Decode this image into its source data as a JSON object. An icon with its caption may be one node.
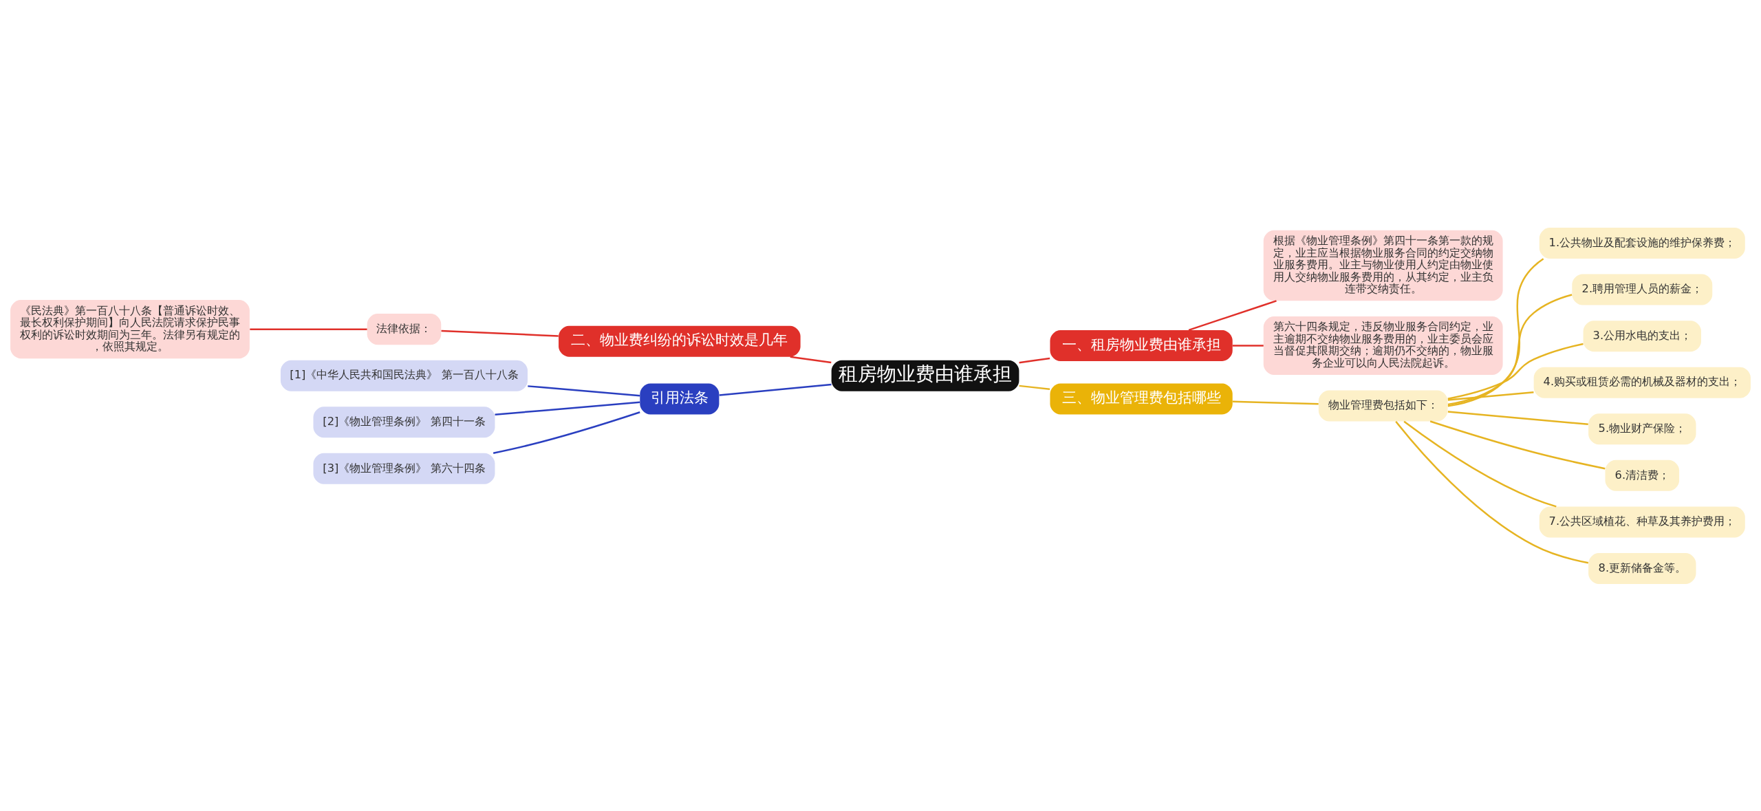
{
  "diagram": {
    "nodes": [
      {
        "text": [
          "租房物业费由谁承担"
        ]
      },
      {
        "text": [
          "一、租房物业费由谁承担"
        ]
      },
      {
        "text": [
          "根据《物业管理条例》第四十一条第一款的规定，业主应当根据物业服务合同的约定交纳物业服务费用。业主与物业使用人约定由物业使用人交纳物业服务费用的，从其约定，业主负连带交纳责任。"
        ]
      },
      {
        "text": [
          "第六十四条规定，违反物业服务合同约定，业主逾期不交纳物业服务费用的，业主委员会应当督促其限期交纳；逾期仍不交纳的，物业服务企业可以向人民法院起诉。"
        ]
      },
      {
        "text": [
          "二、物业费纠纷的诉讼时效是几年"
        ]
      },
      {
        "text": [
          "法律依据："
        ]
      },
      {
        "text": [
          "《民法典》第一百八十八条【普通诉讼时效、最长权利保护期间】向人民法院请求保护民事权利的诉讼时效期间为三年。法律另有规定的，依照其规定。"
        ]
      },
      {
        "text": [
          "三、物业管理费包括哪些"
        ]
      },
      {
        "text": [
          "物业管理费包括如下："
        ]
      },
      {
        "text": [
          "1.公共物业及配套设施的维护保养费；"
        ]
      },
      {
        "text": [
          "2.聘用管理人员的薪金；"
        ]
      },
      {
        "text": [
          "3.公用水电的支出；"
        ]
      },
      {
        "text": [
          "4.购买或租赁必需的机械及器材的支出；"
        ]
      },
      {
        "text": [
          "5.物业财产保险；"
        ]
      },
      {
        "text": [
          "6.清洁费；"
        ]
      },
      {
        "text": [
          "7.公共区域植花、种草及其养护费用；"
        ]
      },
      {
        "text": [
          "8.更新储备金等。"
        ]
      },
      {
        "text": [
          "引用法条"
        ]
      },
      {
        "text": [
          "[1]《中华人民共和国民法典》 第一百八十八条"
        ]
      },
      {
        "text": [
          "[2]《物业管理条例》 第四十一条"
        ]
      },
      {
        "text": [
          "[3]《物业管理条例》 第六十四条"
        ]
      }
    ],
    "edges": [
      {
        "from": 0,
        "to": 1,
        "arrow": "none",
        "color": "#e0302a"
      },
      {
        "from": 1,
        "to": 2,
        "arrow": "none",
        "color": "#e0302a"
      },
      {
        "from": 1,
        "to": 3,
        "arrow": "none",
        "color": "#e0302a"
      },
      {
        "from": 0,
        "to": 4,
        "arrow": "none",
        "color": "#e0302a"
      },
      {
        "from": 4,
        "to": 5,
        "arrow": "none",
        "color": "#e0302a"
      },
      {
        "from": 5,
        "to": 6,
        "arrow": "none",
        "color": "#e0302a"
      },
      {
        "from": 0,
        "to": 7,
        "arrow": "none"
      },
      {
        "from": 7,
        "to": 8,
        "arrow": "none"
      },
      {
        "from": 8,
        "to": 9,
        "arrow": "none"
      },
      {
        "from": 8,
        "to": 10,
        "arrow": "none"
      },
      {
        "from": 8,
        "to": 11,
        "arrow": "none"
      },
      {
        "from": 8,
        "to": 12,
        "arrow": "none"
      },
      {
        "from": 8,
        "to": 13,
        "arrow": "none"
      },
      {
        "from": 8,
        "to": 14,
        "arrow": "none"
      },
      {
        "from": 8,
        "to": 15,
        "arrow": "none"
      },
      {
        "from": 8,
        "to": 16,
        "arrow": "none"
      },
      {
        "from": 0,
        "to": 17,
        "arrow": "none",
        "color": "#2a3fc0"
      },
      {
        "from": 17,
        "to": 18,
        "arrow": "none",
        "color": "#2a3fc0"
      },
      {
        "from": 17,
        "to": 19,
        "arrow": "none",
        "color": "#2a3fc0"
      },
      {
        "from": 17,
        "to": 20,
        "arrow": "none",
        "color": "#2a3fc0"
      }
    ]
  }
}
